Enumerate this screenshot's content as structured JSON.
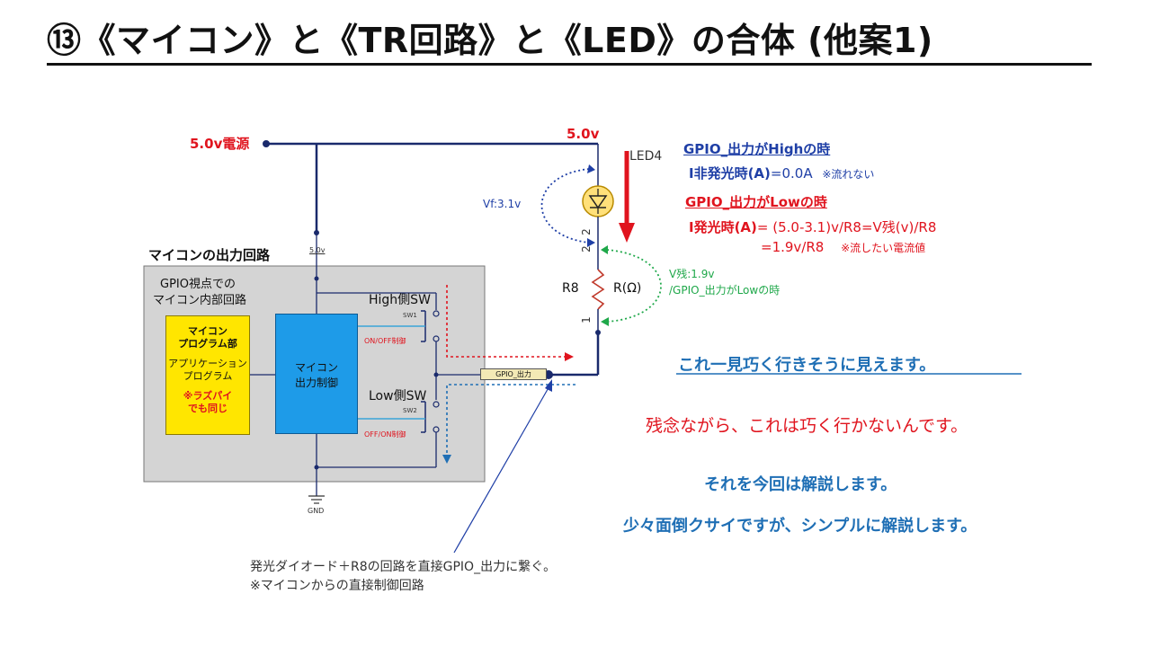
{
  "title": "⑬《マイコン》と《TR回路》と《LED》の合体 (他案1)",
  "colors": {
    "red": "#e0141e",
    "darkred": "#c00000",
    "blue": "#1f3fa6",
    "navy": "#1a2a6c",
    "green": "#1fa84a",
    "teal": "#1f6fb5",
    "line": "#1a2a6c"
  },
  "circuit": {
    "supply_label": "5.0v電源",
    "supply_top": "5.0v",
    "led_name": "LED4",
    "vf_label": "Vf:3.1v",
    "pin2_label": "2",
    "pin2b_label": "2",
    "pin1_label": "1",
    "r8_label": "R8",
    "r_unit": "R(Ω)",
    "vres_label": "V残:1.9v",
    "vres_note": "/GPIO_出力がLowの時",
    "mcu_title": "マイコンの出力回路",
    "vcc_tag": "5.0v",
    "gpio_view1": "GPIO視点での",
    "gpio_view2": "マイコン内部回路",
    "prog_box": [
      "マイコン",
      "プログラム部",
      "",
      "アプリケーション",
      "プログラム",
      "",
      "※ラズパイ",
      "でも同じ"
    ],
    "ctrl_box": [
      "マイコン",
      "出力制御"
    ],
    "high_sw": "High側SW",
    "low_sw": "Low側SW",
    "sw1": "SW1",
    "sw2": "SW2",
    "onoff": "ON/OFF制御",
    "offon": "OFF/ON制御",
    "gpio_tag": "GPIO_出力",
    "gnd": "GND"
  },
  "notes": {
    "high_title": "GPIO_出力がHighの時",
    "high_eq_a": "I非発光時(A)",
    "high_eq_b": "=0.0A",
    "high_eq_c": "※流れない",
    "low_title": "GPIO_出力がLowの時",
    "low_eq_a": "I発光時(A)",
    "low_eq_b": "= (5.0-3.1)v/R8=V残(v)/R8",
    "low_eq_c": "=1.9v/R8",
    "low_eq_d": "※流したい電流値"
  },
  "callout": {
    "line1": "発光ダイオード＋R8の回路を直接GPIO_出力に繋ぐ。",
    "line2": "※マイコンからの直接制御回路"
  },
  "messages": {
    "m1": "これ一見巧く行きそうに見えます。",
    "m2": "残念ながら、これは巧く行かないんです。",
    "m3": "それを今回は解説します。",
    "m4": "少々面倒クサイですが、シンプルに解説します。"
  }
}
